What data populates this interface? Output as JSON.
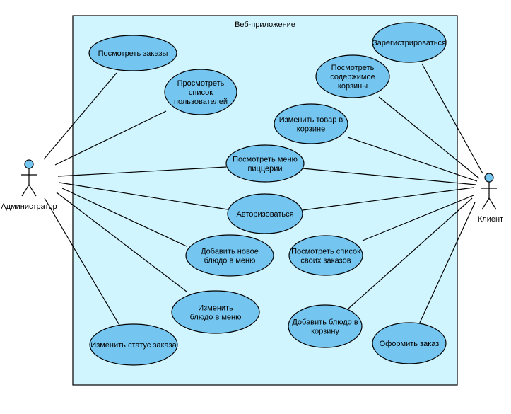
{
  "system": {
    "title": "Веб-приложение",
    "background": "#d1f5fe",
    "border": "#000000"
  },
  "colors": {
    "usecase_fill": "#74c6f0",
    "usecase_stroke": "#000000",
    "actor_head_fill": "#74c6f0",
    "line": "#000000"
  },
  "actors": {
    "admin": {
      "name": "Администратор",
      "icon": "stick-figure-icon"
    },
    "client": {
      "name": "Клиент",
      "icon": "stick-figure-icon"
    }
  },
  "usecases": {
    "view_orders": {
      "lines": [
        "Посмотреть заказы"
      ]
    },
    "view_users": {
      "lines": [
        "Просмотреть",
        "список",
        "пользователей"
      ]
    },
    "view_menu": {
      "lines": [
        "Посмотреть меню",
        "пиццерии"
      ]
    },
    "authorize": {
      "lines": [
        "Авторизоваться"
      ]
    },
    "add_dish_menu": {
      "lines": [
        "Добавить новое",
        "блюдо в меню"
      ]
    },
    "edit_dish_menu": {
      "lines": [
        "Изменить",
        "блюдо в меню"
      ]
    },
    "change_status": {
      "lines": [
        "Изменить статус заказа"
      ]
    },
    "register": {
      "lines": [
        "Зарегистрироваться"
      ]
    },
    "view_cart": {
      "lines": [
        "Посмотреть",
        "содержимое",
        "корзины"
      ]
    },
    "edit_cart_item": {
      "lines": [
        "Изменить товар в",
        "корзине"
      ]
    },
    "view_my_orders": {
      "lines": [
        "Посмотреть список",
        "своих заказов"
      ]
    },
    "add_to_cart": {
      "lines": [
        "Добавить блюдо в",
        "корзину"
      ]
    },
    "checkout": {
      "lines": [
        "Оформить заказ"
      ]
    }
  }
}
